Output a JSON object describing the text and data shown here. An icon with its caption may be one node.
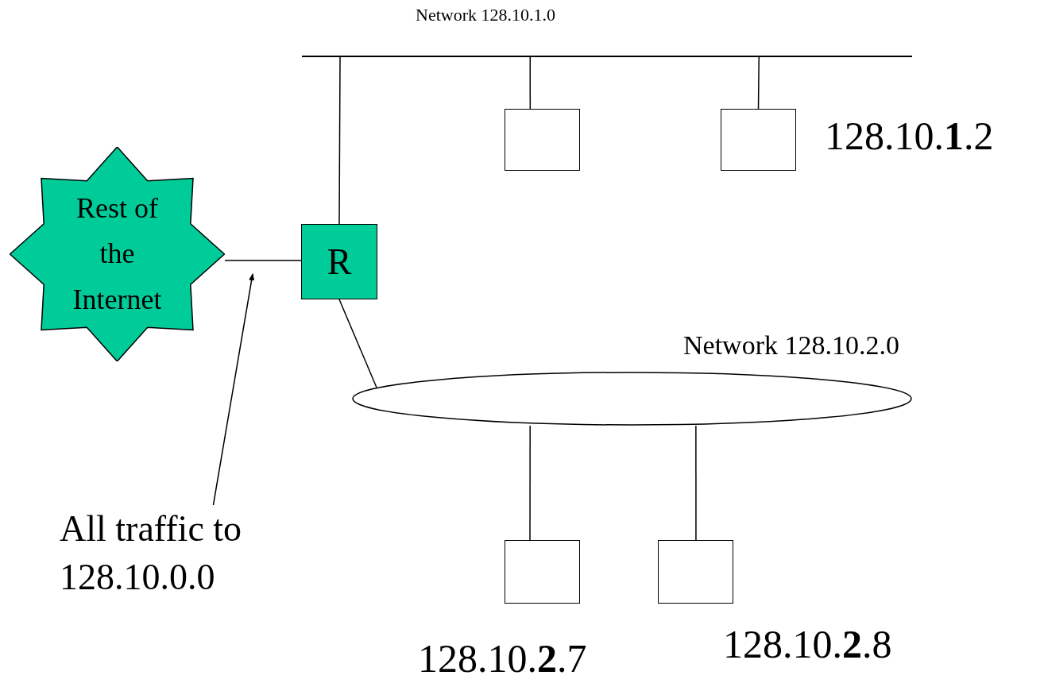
{
  "diagram": {
    "nodes": [
      {
        "text": [
          "Network 128.10.1.0"
        ]
      },
      {
        "text": [],
        "shape": "box"
      },
      {
        "text": [],
        "shape": "box",
        "beside": [
          "128.10.**1**.2"
        ]
      },
      {
        "text": [
          "Rest of the Internet"
        ]
      },
      {
        "text": [
          "R"
        ]
      },
      {
        "text": [
          "Network 128.10.2.0"
        ]
      },
      {
        "text": [],
        "shape": "box",
        "beside": [
          "128.10.**2**.7"
        ]
      },
      {
        "text": [],
        "shape": "box",
        "beside": [
          "128.10.**2**.8"
        ]
      },
      {
        "text": [
          "All traffic to 128.10.0.0"
        ]
      }
    ],
    "edges": [
      {
        "from": 0,
        "to": 1,
        "arrow": "none"
      },
      {
        "from": 0,
        "to": 2,
        "arrow": "none"
      },
      {
        "from": 0,
        "to": 4,
        "arrow": "none"
      },
      {
        "from": 3,
        "to": 4,
        "arrow": "none"
      },
      {
        "from": 4,
        "to": 5,
        "arrow": "none"
      },
      {
        "from": 5,
        "to": 6,
        "arrow": "none"
      },
      {
        "from": 5,
        "to": 7,
        "arrow": "none"
      },
      {
        "from": 8,
        "to": null,
        "arrow": "to"
      }
    ]
  }
}
